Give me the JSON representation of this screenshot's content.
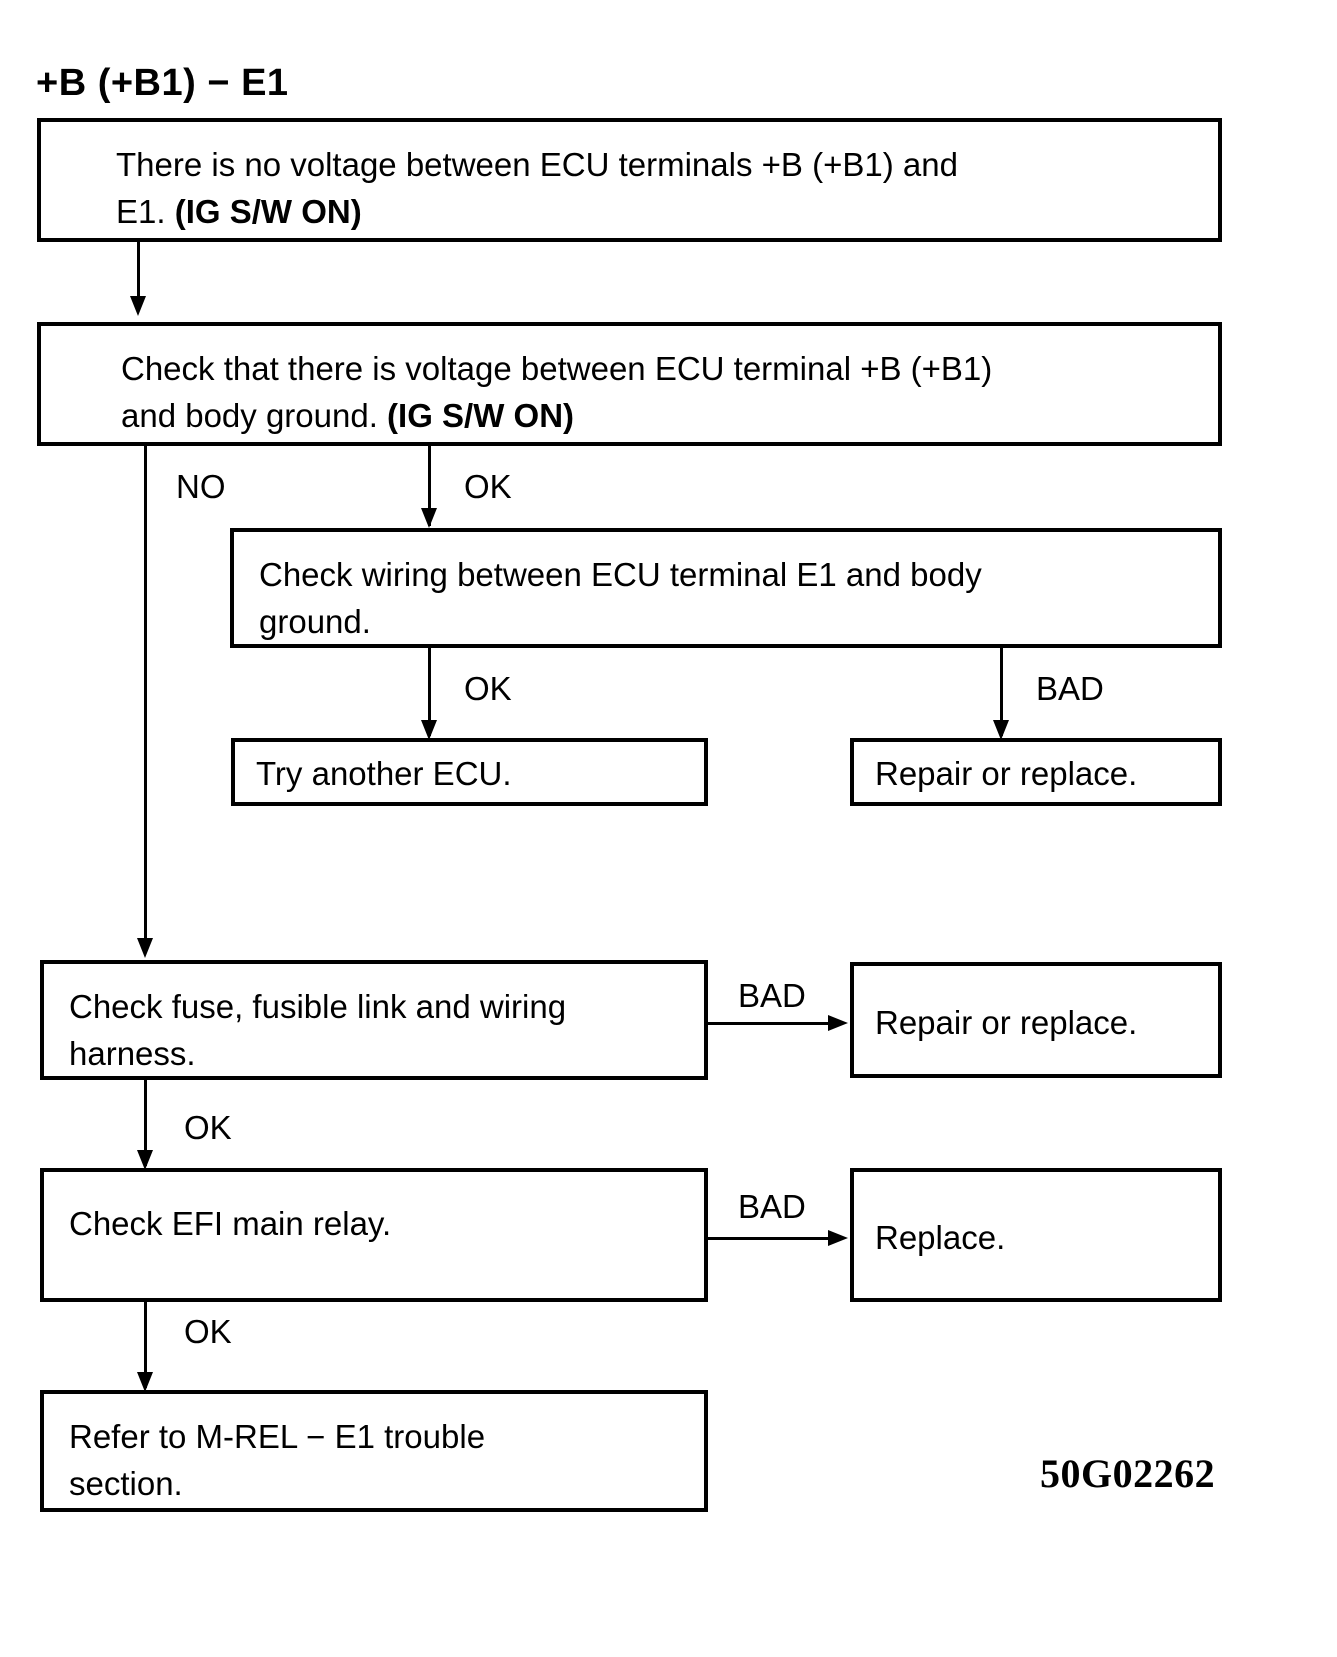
{
  "title": "+B (+B1) − E1",
  "reference_code": "50G02262",
  "nodes": {
    "symptom": {
      "line1": "There is no voltage between ECU terminals +B (+B1) and",
      "line2_normal": "E1. ",
      "line2_bold": "(IG S/W ON)"
    },
    "check_voltage": {
      "line1": "Check that there is voltage between ECU terminal +B (+B1)",
      "line2_normal": "and body ground. ",
      "line2_bold": "(IG S/W ON)"
    },
    "check_wiring": {
      "line1": "Check wiring between ECU terminal E1 and body",
      "line2": "ground."
    },
    "try_another_ecu": {
      "line1": "Try another ECU."
    },
    "repair_or_replace_1": {
      "line1": "Repair or replace."
    },
    "check_fuse": {
      "line1": "Check fuse, fusible link and wiring",
      "line2": "harness."
    },
    "repair_or_replace_2": {
      "line1": "Repair or replace."
    },
    "check_efi_relay": {
      "line1": "Check EFI main relay."
    },
    "replace": {
      "line1": "Replace."
    },
    "refer_mrel": {
      "line1": "Refer to M-REL − E1 trouble",
      "line2": "section."
    }
  },
  "edge_labels": {
    "no_1": "NO",
    "ok_1": "OK",
    "ok_2": "OK",
    "bad_1": "BAD",
    "bad_2": "BAD",
    "ok_3": "OK",
    "bad_3": "BAD",
    "ok_4": "OK"
  },
  "colors": {
    "ink": "#000000",
    "paper": "#ffffff"
  }
}
